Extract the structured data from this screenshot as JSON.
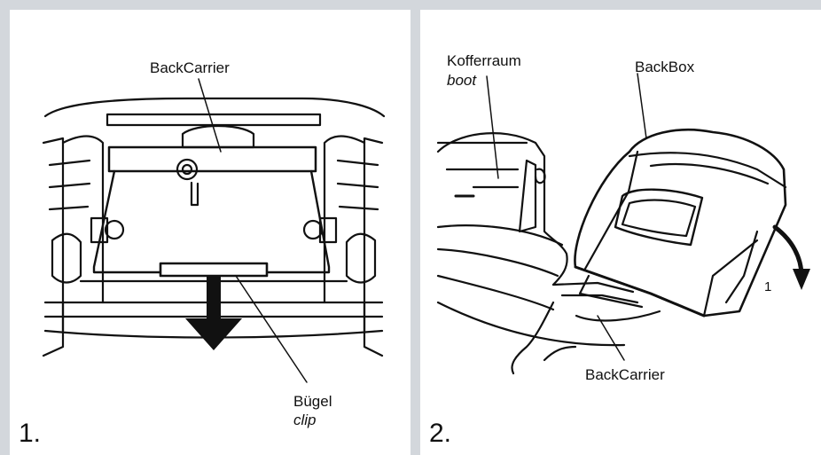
{
  "panels": [
    {
      "number": "1.",
      "labels": {
        "carrier": "BackCarrier",
        "clip_de": "Bügel",
        "clip_en": "clip"
      }
    },
    {
      "number": "2.",
      "labels": {
        "trunk_de": "Kofferraum",
        "trunk_en": "boot",
        "box": "BackBox",
        "carrier": "BackCarrier",
        "arrow_step": "1"
      }
    }
  ],
  "colors": {
    "frame": "#d3d7dc",
    "panel": "#ffffff",
    "ink": "#111111"
  }
}
